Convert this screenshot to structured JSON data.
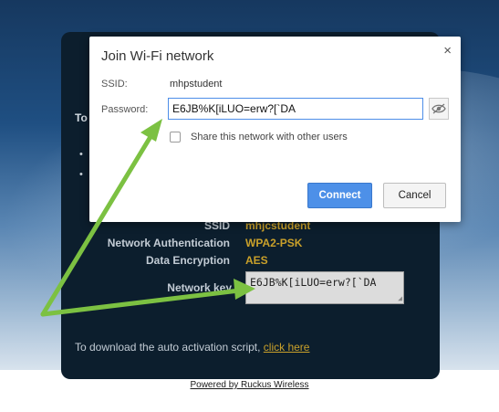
{
  "portal": {
    "intro_text": "To ste",
    "bullets": [
      "•",
      "•"
    ],
    "rows": [
      {
        "label": "SSID",
        "value": "mhjcstudent"
      },
      {
        "label": "Network Authentication",
        "value": "WPA2-PSK"
      },
      {
        "label": "Data Encryption",
        "value": "AES"
      },
      {
        "label": "Network key",
        "value": ""
      }
    ],
    "network_key": "E6JB%K[iLUO=erw?[`DA",
    "download_prefix": "To download the auto activation script, ",
    "download_link": "click here",
    "powered_by": "Powered by Ruckus Wireless"
  },
  "dialog": {
    "title": "Join Wi-Fi network",
    "close_glyph": "×",
    "ssid_label": "SSID:",
    "ssid_value": "mhpstudent",
    "password_label": "Password:",
    "password_value": "E6JB%K[iLUO=erw?[`DA",
    "share_label": "Share this network with other users",
    "connect_label": "Connect",
    "cancel_label": "Cancel"
  },
  "colors": {
    "accent": "#4d90e8",
    "arrow": "#7cc142",
    "portal_value": "#c9a02a"
  },
  "icons": [
    "close-icon",
    "eye-slash-icon",
    "checkbox-icon",
    "green-arrow-annotation"
  ]
}
